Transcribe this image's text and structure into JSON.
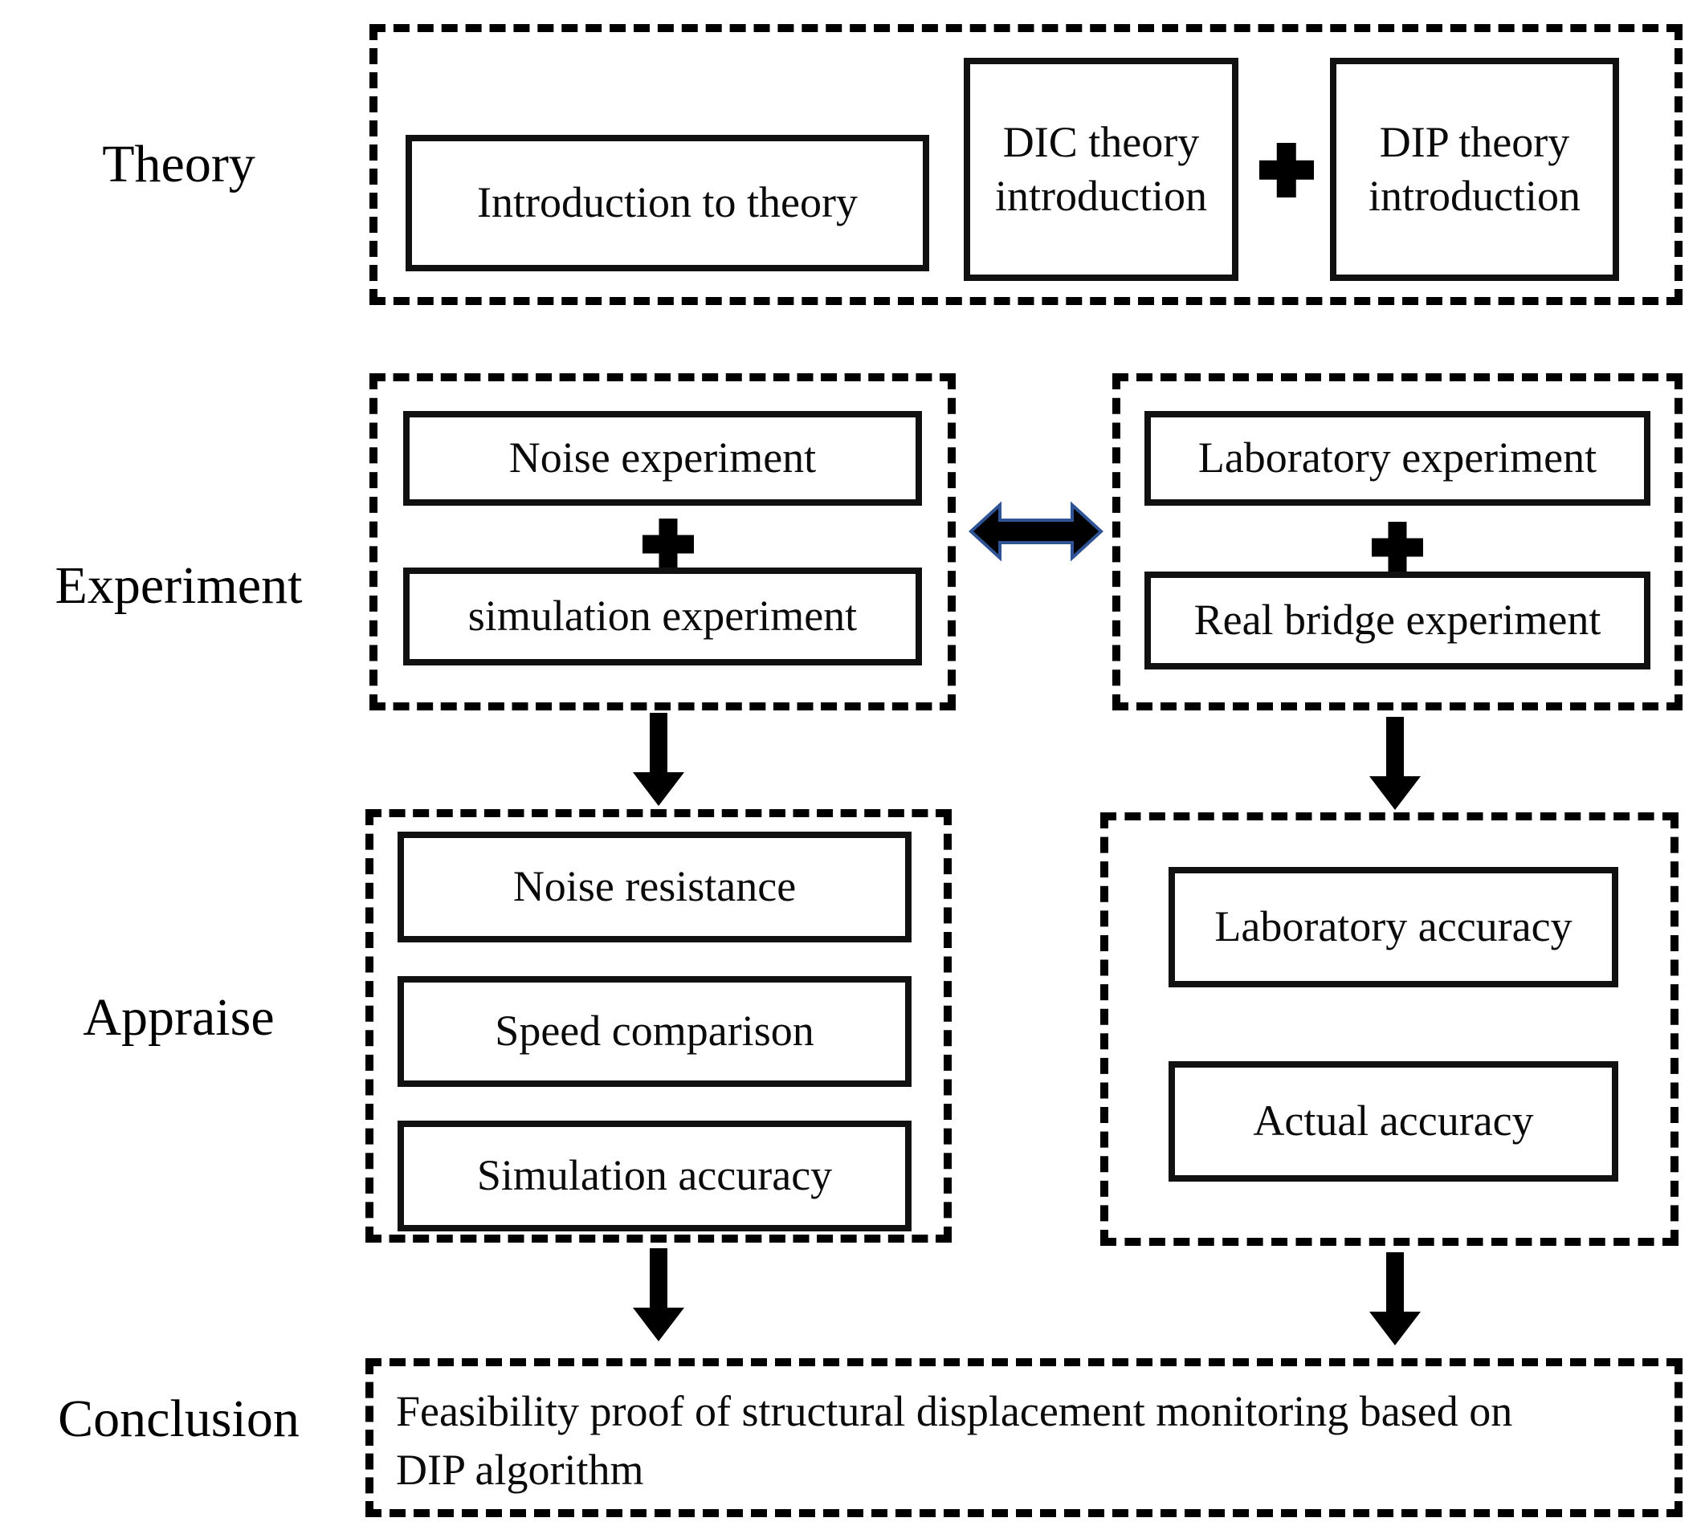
{
  "labels": {
    "theory": "Theory",
    "experiment": "Experiment",
    "appraise": "Appraise",
    "conclusion": "Conclusion"
  },
  "theory": {
    "intro": "Introduction to theory",
    "dic": "DIC theory introduction",
    "dip": "DIP theory introduction"
  },
  "experiment": {
    "left": {
      "top": "Noise experiment",
      "bottom": "simulation experiment"
    },
    "right": {
      "top": "Laboratory experiment",
      "bottom": "Real bridge experiment"
    }
  },
  "appraise": {
    "left": {
      "box1": "Noise resistance",
      "box2": "Speed comparison",
      "box3": "Simulation accuracy"
    },
    "right": {
      "box1": "Laboratory accuracy",
      "box2": "Actual accuracy"
    }
  },
  "conclusion": {
    "lines": [
      "Feasibility proof of structural displacement monitoring based on",
      "DIP algorithm"
    ]
  },
  "colors": {
    "background": "#ffffff",
    "line": "#000000",
    "arrow_fill": "#000000",
    "arrow_outline": "#2f5496"
  }
}
